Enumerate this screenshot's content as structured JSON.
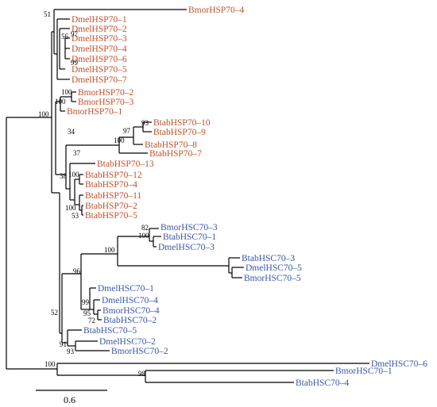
{
  "colors": {
    "hsp70_group": "#c0502a",
    "hsc70_group": "#3a56a8"
  },
  "scale_bar": {
    "label": "0.6"
  },
  "taxa": {
    "bmor_hsp70_4": "BmorHSP70–4",
    "dmel_hsp70_1": "DmelHSP70–1",
    "dmel_hsp70_2": "DmelHSP70–2",
    "dmel_hsp70_3": "DmelHSP70–3",
    "dmel_hsp70_4": "DmelHSP70–4",
    "dmel_hsp70_6": "DmelHSP70–6",
    "dmel_hsp70_5": "DmelHSP70–5",
    "dmel_hsp70_7": "DmelHSP70–7",
    "bmor_hsp70_2": "BmorHSP70–2",
    "bmor_hsp70_3": "BmorHSP70–3",
    "bmor_hsp70_1": "BmorHSP70–1",
    "btab_hsp70_10": "BtabHSP70–10",
    "btab_hsp70_9": "BtabHSP70–9",
    "btab_hsp70_8": "BtabHSP70–8",
    "btab_hsp70_7": "BtabHSP70–7",
    "btab_hsp70_13": "BtabHSP70–13",
    "btab_hsp70_12": "BtabHSP70–12",
    "btab_hsp70_4": "BtabHSP70–4",
    "btab_hsp70_11": "BtabHSP70–11",
    "btab_hsp70_2": "BtabHSP70–2",
    "btab_hsp70_5": "BtabHSP70–5",
    "bmor_hsc70_3": "BmorHSC70–3",
    "btab_hsc70_1": "BtabHSC70–1",
    "dmel_hsc70_3": "DmelHSC70–3",
    "btab_hsc70_3": "BtabHSC70–3",
    "dmel_hsc70_5": "DmelHSC70–5",
    "bmor_hsc70_5": "BmorHSC70–5",
    "dmel_hsc70_1": "DmelHSC70–1",
    "dmel_hsc70_4": "DmelHSC70–4",
    "bmor_hsc70_4": "BmorHSC70–4",
    "btab_hsc70_2": "BtabHSC70–2",
    "btab_hsc70_5": "BtabHSC70–5",
    "dmel_hsc70_2": "DmelHSC70–2",
    "bmor_hsc70_2": "BmorHSC70–2",
    "dmel_hsc70_6": "DmelHSC70–6",
    "bmor_hsc70_1": "BmorHSC70–1",
    "btab_hsc70_4": "BtabHSC70–4"
  },
  "bootstrap": {
    "n51": "51",
    "n97": "97",
    "n56": "56",
    "n99": "99",
    "n100_bmor": "100",
    "n100_bmor23": "100",
    "n100_root": "100",
    "n34": "34",
    "n93_btab": "93",
    "n97_btab": "97",
    "n100_btab": "100",
    "n37": "37",
    "n38": "38",
    "n100_btab12": "100",
    "n100_btab2": "100",
    "n53": "53",
    "n82": "82",
    "n100_hsc": "100",
    "n100_hsc3": "100",
    "n96": "96",
    "n99_hsc": "99",
    "n95": "95",
    "n72": "72",
    "n52": "52",
    "n91": "91",
    "n93_hsc": "93",
    "n100_outer": "100",
    "n98": "98"
  }
}
